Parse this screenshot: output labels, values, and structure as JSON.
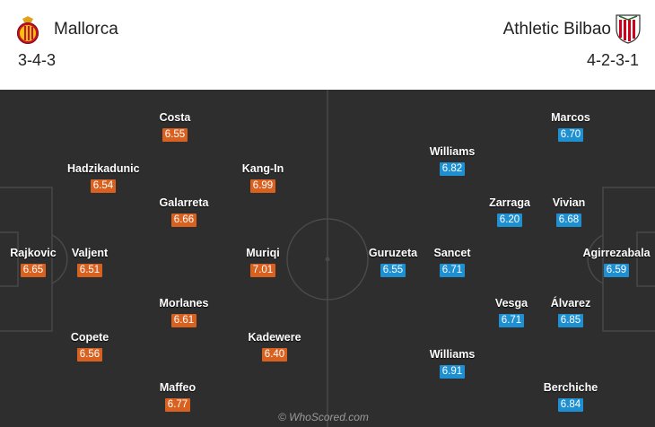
{
  "home": {
    "name": "Mallorca",
    "formation": "3-4-3",
    "crest_icon": "mallorca-crest-icon",
    "rating_color": "#d9611f",
    "players": [
      {
        "name": "Costa",
        "rating": "6.55"
      },
      {
        "name": "Hadzikadunic",
        "rating": "6.54"
      },
      {
        "name": "Kang-In",
        "rating": "6.99"
      },
      {
        "name": "Galarreta",
        "rating": "6.66"
      },
      {
        "name": "Rajkovic",
        "rating": "6.65"
      },
      {
        "name": "Valjent",
        "rating": "6.51"
      },
      {
        "name": "Muriqi",
        "rating": "7.01"
      },
      {
        "name": "Morlanes",
        "rating": "6.61"
      },
      {
        "name": "Copete",
        "rating": "6.56"
      },
      {
        "name": "Kadewere",
        "rating": "6.40"
      },
      {
        "name": "Maffeo",
        "rating": "6.77"
      }
    ]
  },
  "away": {
    "name": "Athletic Bilbao",
    "formation": "4-2-3-1",
    "crest_icon": "athletic-bilbao-crest-icon",
    "rating_color": "#1e8fd0",
    "players": [
      {
        "name": "Marcos",
        "rating": "6.70"
      },
      {
        "name": "Williams",
        "rating": "6.82"
      },
      {
        "name": "Zarraga",
        "rating": "6.20"
      },
      {
        "name": "Vivian",
        "rating": "6.68"
      },
      {
        "name": "Guruzeta",
        "rating": "6.55"
      },
      {
        "name": "Sancet",
        "rating": "6.71"
      },
      {
        "name": "Agirrezabala",
        "rating": "6.59"
      },
      {
        "name": "Vesga",
        "rating": "6.71"
      },
      {
        "name": "Álvarez",
        "rating": "6.85"
      },
      {
        "name": "Williams",
        "rating": "6.91"
      },
      {
        "name": "Berchiche",
        "rating": "6.84"
      }
    ]
  },
  "watermark": "© WhoScored.com",
  "colors": {
    "pitch": "#2e2e2e",
    "lines": "#4a4a4a"
  }
}
